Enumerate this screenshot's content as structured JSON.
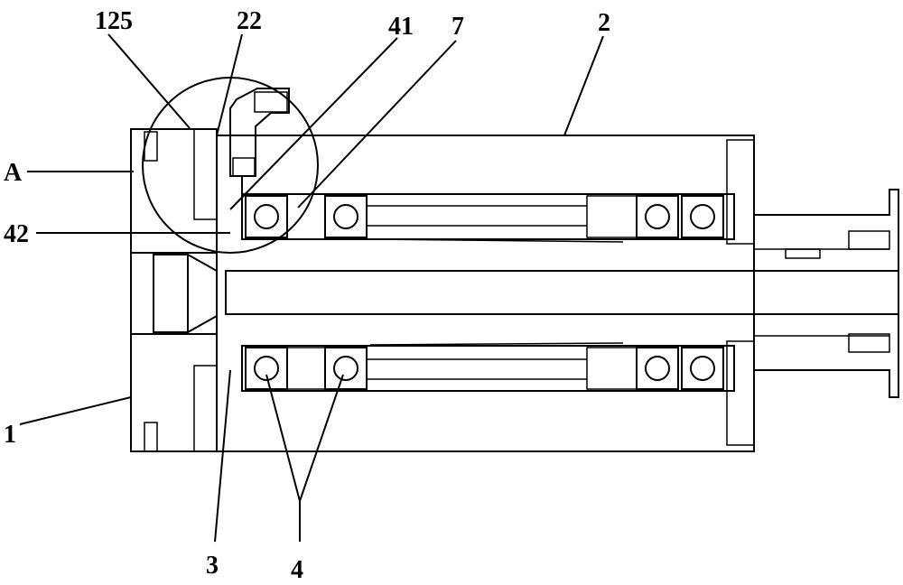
{
  "labels": {
    "l125": "125",
    "l22": "22",
    "l41": "41",
    "l7": "7",
    "l2": "2",
    "lA": "A",
    "l42": "42",
    "l1": "1",
    "l3": "3",
    "l4": "4"
  },
  "icon_names": [
    "detail-circle-A",
    "ball-bearing",
    "elbow-fitting",
    "shaft-bore"
  ]
}
